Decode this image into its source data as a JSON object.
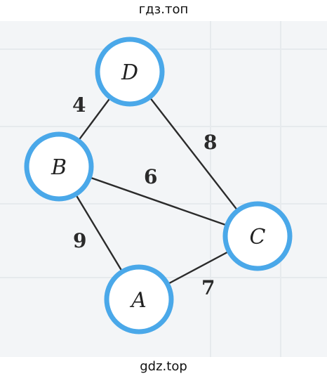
{
  "watermark": {
    "top": "гдз.топ",
    "bottom": "gdz.top"
  },
  "graph": {
    "nodes": [
      {
        "id": "D",
        "label": "D"
      },
      {
        "id": "B",
        "label": "B"
      },
      {
        "id": "C",
        "label": "C"
      },
      {
        "id": "A",
        "label": "A"
      }
    ],
    "edges": [
      {
        "from": "D",
        "to": "B",
        "weight": "4"
      },
      {
        "from": "D",
        "to": "C",
        "weight": "8"
      },
      {
        "from": "B",
        "to": "C",
        "weight": "6"
      },
      {
        "from": "B",
        "to": "A",
        "weight": "9"
      },
      {
        "from": "A",
        "to": "C",
        "weight": "7"
      }
    ],
    "node_color": "#4aa8e9"
  }
}
